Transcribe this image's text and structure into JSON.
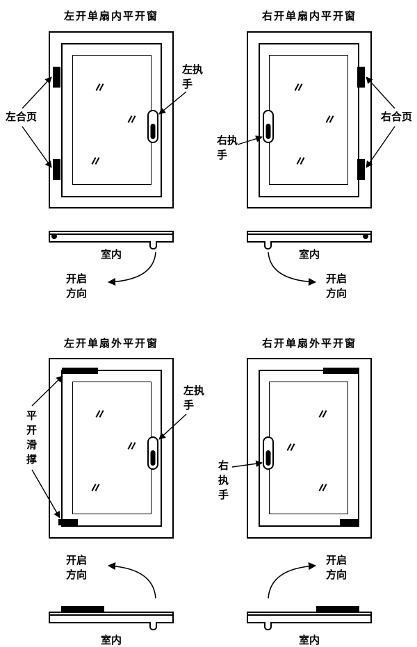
{
  "common": {
    "indoor_label": "室内",
    "direction_label": "开启方向",
    "colors": {
      "line": "#000000",
      "hardware": "#000000",
      "background": "#ffffff"
    }
  },
  "windows": {
    "top_left": {
      "title": "左开单扇内平开窗",
      "handle_label": "左执手",
      "hinge_label": "左合页"
    },
    "top_right": {
      "title": "右开单扇内平开窗",
      "handle_label": "右执手",
      "hinge_label": "右合页"
    },
    "bottom_left": {
      "title": "左开单扇外平开窗",
      "handle_label": "左执手",
      "stay_label": "平开滑撑"
    },
    "bottom_right": {
      "title": "右开单扇外平开窗",
      "handle_label": "右执手"
    }
  }
}
